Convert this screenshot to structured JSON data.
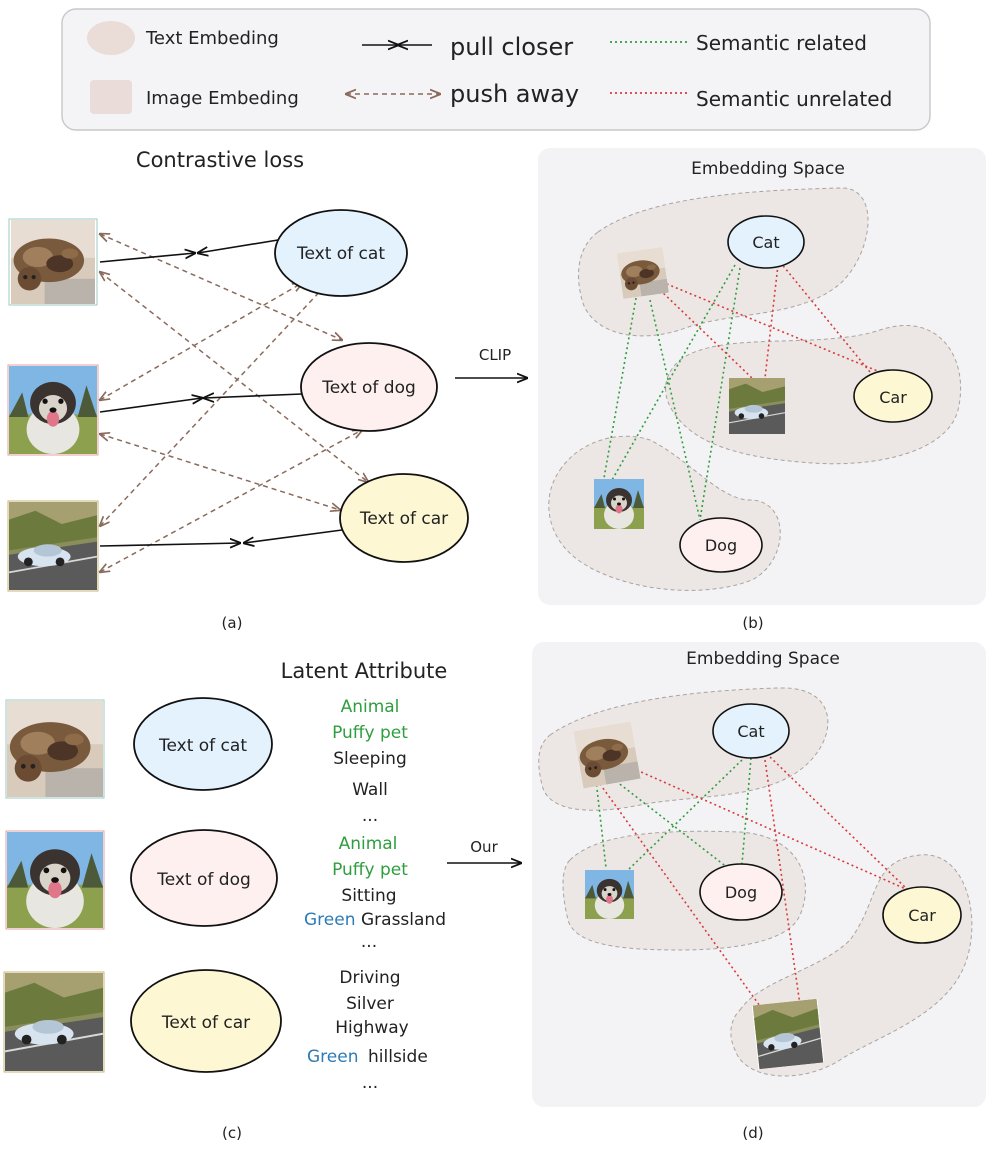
{
  "legend": {
    "text_embedding": "Text Embeding",
    "image_embedding": "Image Embeding",
    "pull_closer": "pull closer",
    "push_away": "push away",
    "semantic_related": "Semantic related",
    "semantic_unrelated": "Semantic unrelated"
  },
  "panel_a": {
    "title": "Contrastive loss",
    "caption": "(a)",
    "nodes": [
      "Text of cat",
      "Text of dog",
      "Text of car"
    ]
  },
  "arrow_clip": "CLIP",
  "panel_b": {
    "title": "Embedding Space",
    "caption": "(b)",
    "nodes": [
      "Cat",
      "Car",
      "Dog"
    ]
  },
  "panel_c": {
    "title": "Latent Attribute",
    "caption": "(c)",
    "nodes": [
      "Text of cat",
      "Text of dog",
      "Text of car"
    ],
    "attributes_cat": [
      "Animal",
      "Puffy pet",
      "Sleeping",
      "Wall",
      "..."
    ],
    "attributes_dog": [
      "Animal",
      "Puffy pet",
      "Sitting",
      "Green",
      "Grassland",
      "..."
    ],
    "attributes_car": [
      "Driving",
      "Silver",
      "Highway",
      "Green",
      "hillside",
      "..."
    ]
  },
  "arrow_our": "Our",
  "panel_d": {
    "title": "Embedding Space",
    "caption": "(d)",
    "nodes": [
      "Cat",
      "Dog",
      "Car"
    ]
  },
  "colors": {
    "text_embedding": "#eadcd6",
    "image_embedding": "#eadcd8",
    "cat_fill": "#e3f2fd",
    "dog_fill": "#fdf0ef",
    "car_fill": "#fdf7d3",
    "related": "#2e9e3e",
    "unrelated": "#d83b3b",
    "push": "#8a6a5c",
    "attribute_green": "#2e9e3e",
    "attribute_blue": "#2c7bb6",
    "space_bg": "#f3f3f5",
    "blob_fill": "#ece7e4"
  }
}
